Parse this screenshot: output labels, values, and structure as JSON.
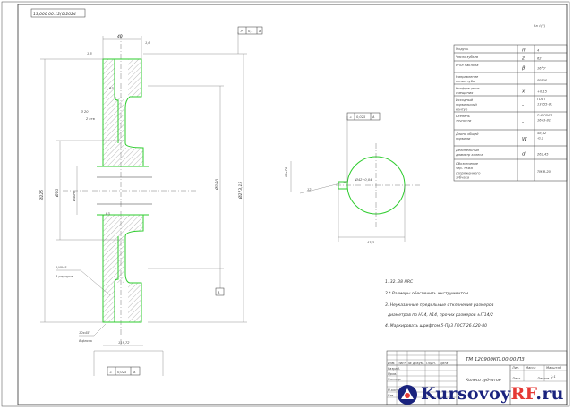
{
  "stamp_top_left": "13,000 00.12(0)2024",
  "roughness_mark": "Ra √(√)",
  "tolerance_frames": {
    "top": {
      "symbol": "↗",
      "value": "0,1",
      "datum": "A"
    },
    "section": {
      "symbol": "⌯",
      "value": "0,025",
      "datum": "A"
    },
    "bottom": {
      "symbol": "⌯",
      "value": "0,025",
      "datum": "A"
    }
  },
  "datum_marker": "A",
  "dimensions": {
    "width_top": "40",
    "d_outer": "Ø225",
    "d_hub": "Ø70",
    "d_bore": "Ø40H7",
    "d_rim": "Ø160",
    "d_tip": "Ø273,15",
    "hub_w1": "Ø 20",
    "hub_w2": "2 отв",
    "hatch_note": "R",
    "chamfer_top": "1,6",
    "chamfer_bot": "1,6",
    "r1": "R3",
    "r2": "R3",
    "bottom_len": "119,72",
    "sec_key": "12",
    "sec_depth": "43,3",
    "sec_h": "18x70",
    "sec_label": "Ø42+0,04"
  },
  "leaders": {
    "rim_note_1": "1/40x5",
    "rim_note_2": "4 радиуса",
    "chamfer_note_1": "10x45°",
    "chamfer_note_2": "8 фасок"
  },
  "param_table": {
    "rows": [
      {
        "label": "Модуль",
        "symbol": "m",
        "value": "4"
      },
      {
        "label": "Число зубьев",
        "symbol": "z",
        "value": "62"
      },
      {
        "label": "Угол наклона",
        "symbol": "β",
        "value": "16°0'"
      },
      {
        "label": "Направление линии зуба",
        "symbol": "",
        "value": "левое"
      },
      {
        "label": "Коэффициент смещения",
        "symbol": "x",
        "value": "+0,15"
      },
      {
        "label": "Исходный нормальный контур",
        "symbol": "-",
        "value": "ГОСТ 13755-81"
      },
      {
        "label": "Степень точности",
        "symbol": "-",
        "value": "7-С ГОСТ 1643-81"
      },
      {
        "label": "Длина общей нормали",
        "symbol": "W",
        "value": "58,42 -0,2"
      },
      {
        "label": "Делительный диаметр колеса",
        "symbol": "d",
        "value": "262,45"
      },
      {
        "label": "Обозначение чер- тежа сопряженного зубчака",
        "symbol": "",
        "value": "ТМ-В-20"
      }
    ]
  },
  "notes": [
    "1. 32..38 HRC",
    "2.* Размеры обеспечить инструментом",
    "3. Неуказанные предельные отклонения размеров",
    "диаметров по H14, h14, прочих размеров ±IT14/2",
    "4. Маркировать шрифтом 5-Пр3 ГОСТ 26.020-80"
  ],
  "title_block": {
    "code": "ТМ 120900КП.00.00.П3",
    "name": "Колесо зубчатое",
    "col_labels": [
      "Изм.",
      "Лист",
      "№ докум.",
      "Подп.",
      "Дата"
    ],
    "role_labels": [
      "Разраб.",
      "Пров.",
      "Т.контр.",
      "Н.контр.",
      "Утв."
    ],
    "lit": "Лит.",
    "mass": "Масса",
    "scale": "Масштаб",
    "scale_value": "1:1",
    "sheet": "Лист",
    "sheets": "Листов 1"
  },
  "watermark": {
    "brand": "Kursovoy",
    "tld": "RF",
    "suffix": ".ru"
  },
  "colors": {
    "outline": "#2ecc2e",
    "ink": "#333333",
    "brand": "#1a237e",
    "brand_accent": "#e53935"
  }
}
